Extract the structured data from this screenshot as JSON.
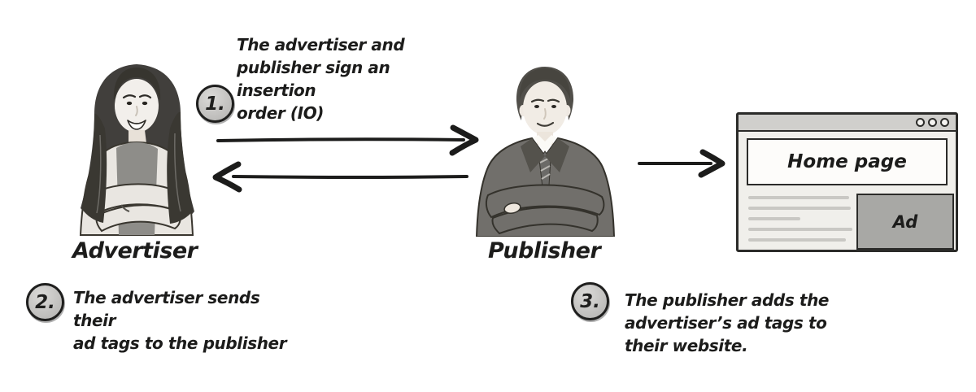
{
  "steps": [
    {
      "number": "1.",
      "text": "The advertiser and\npublisher sign an insertion\norder (IO)"
    },
    {
      "number": "2.",
      "text": "The advertiser sends their\nad tags to the publisher"
    },
    {
      "number": "3.",
      "text": "The publisher adds the\nadvertiser’s ad tags to\ntheir website."
    }
  ],
  "actors": {
    "advertiser": {
      "label": "Advertiser"
    },
    "publisher": {
      "label": "Publisher"
    }
  },
  "website": {
    "header": "Home page",
    "ad_label": "Ad"
  },
  "icons": {
    "window_controls": "three-circle-dots",
    "arrows": [
      "advertiser-to-publisher",
      "publisher-to-advertiser",
      "publisher-to-website"
    ]
  },
  "colors": {
    "ink": "#1c1c1b",
    "badge_fill": "#c6c5c3",
    "browser_titlebar": "#d0cfcc",
    "browser_background": "#f0efeb",
    "ad_box": "#a8a8a5",
    "placeholder_line": "#c9c8c4"
  }
}
